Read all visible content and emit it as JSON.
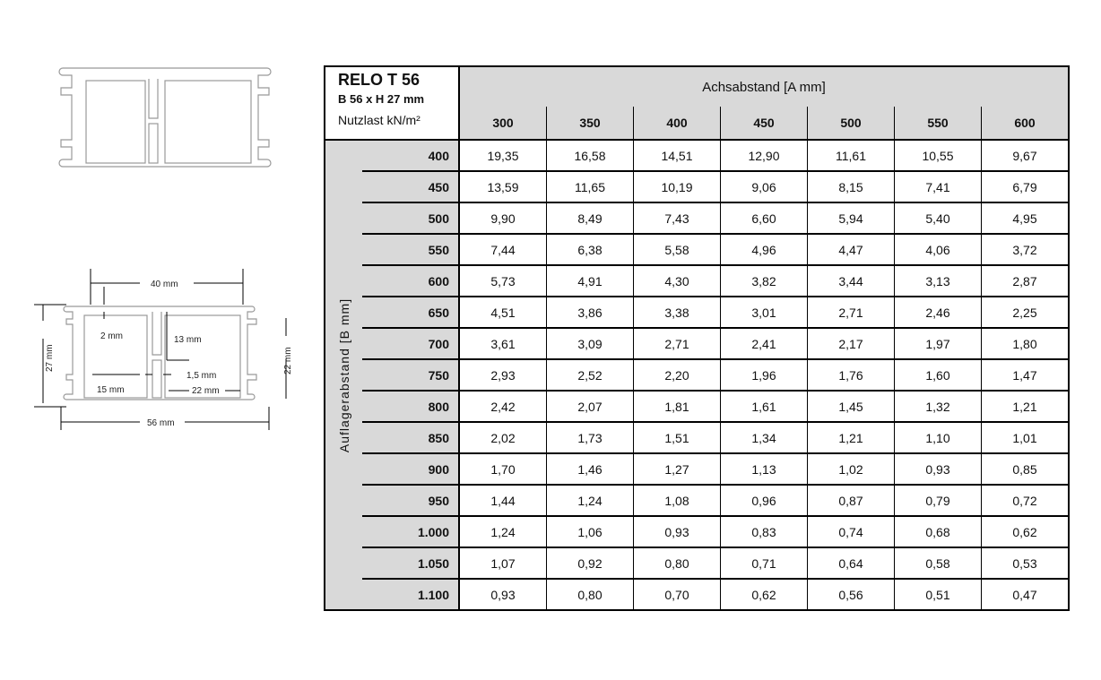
{
  "drawing": {
    "dimensions": {
      "width_top": "40 mm",
      "wall": "2 mm",
      "web_height": "13 mm",
      "height": "27 mm",
      "inner_height": "22 mm",
      "web_thickness": "1,5 mm",
      "left_chamber": "15 mm",
      "right_chamber": "22 mm",
      "total_width": "56 mm"
    }
  },
  "table": {
    "title": "RELO T 56",
    "size": "B 56 x H 27 mm",
    "load_label": "Nutzlast kN/m²",
    "column_header": "Achsabstand [A mm]",
    "row_header": "Auflagerabstand [B mm]",
    "columns": [
      "300",
      "350",
      "400",
      "450",
      "500",
      "550",
      "600"
    ],
    "rows": [
      {
        "label": "400",
        "values": [
          "19,35",
          "16,58",
          "14,51",
          "12,90",
          "11,61",
          "10,55",
          "9,67"
        ]
      },
      {
        "label": "450",
        "values": [
          "13,59",
          "11,65",
          "10,19",
          "9,06",
          "8,15",
          "7,41",
          "6,79"
        ]
      },
      {
        "label": "500",
        "values": [
          "9,90",
          "8,49",
          "7,43",
          "6,60",
          "5,94",
          "5,40",
          "4,95"
        ]
      },
      {
        "label": "550",
        "values": [
          "7,44",
          "6,38",
          "5,58",
          "4,96",
          "4,47",
          "4,06",
          "3,72"
        ]
      },
      {
        "label": "600",
        "values": [
          "5,73",
          "4,91",
          "4,30",
          "3,82",
          "3,44",
          "3,13",
          "2,87"
        ]
      },
      {
        "label": "650",
        "values": [
          "4,51",
          "3,86",
          "3,38",
          "3,01",
          "2,71",
          "2,46",
          "2,25"
        ]
      },
      {
        "label": "700",
        "values": [
          "3,61",
          "3,09",
          "2,71",
          "2,41",
          "2,17",
          "1,97",
          "1,80"
        ]
      },
      {
        "label": "750",
        "values": [
          "2,93",
          "2,52",
          "2,20",
          "1,96",
          "1,76",
          "1,60",
          "1,47"
        ]
      },
      {
        "label": "800",
        "values": [
          "2,42",
          "2,07",
          "1,81",
          "1,61",
          "1,45",
          "1,32",
          "1,21"
        ]
      },
      {
        "label": "850",
        "values": [
          "2,02",
          "1,73",
          "1,51",
          "1,34",
          "1,21",
          "1,10",
          "1,01"
        ]
      },
      {
        "label": "900",
        "values": [
          "1,70",
          "1,46",
          "1,27",
          "1,13",
          "1,02",
          "0,93",
          "0,85"
        ]
      },
      {
        "label": "950",
        "values": [
          "1,44",
          "1,24",
          "1,08",
          "0,96",
          "0,87",
          "0,79",
          "0,72"
        ]
      },
      {
        "label": "1.000",
        "values": [
          "1,24",
          "1,06",
          "0,93",
          "0,83",
          "0,74",
          "0,68",
          "0,62"
        ]
      },
      {
        "label": "1.050",
        "values": [
          "1,07",
          "0,92",
          "0,80",
          "0,71",
          "0,64",
          "0,58",
          "0,53"
        ]
      },
      {
        "label": "1.100",
        "values": [
          "0,93",
          "0,80",
          "0,70",
          "0,62",
          "0,56",
          "0,51",
          "0,47"
        ]
      }
    ]
  }
}
